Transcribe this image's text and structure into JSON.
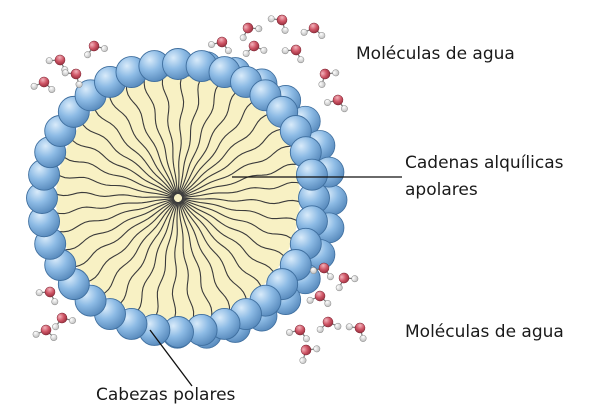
{
  "labels": {
    "water_top": "Moléculas de agua",
    "chains_line1": "Cadenas alquílicas",
    "chains_line2": "apolares",
    "water_bottom": "Moléculas de agua",
    "heads": "Cabezas polares"
  },
  "colors": {
    "head_fill": "#7fb0df",
    "head_stroke": "#3f6f9f",
    "tail_area": "#f8f1c4",
    "tail_line": "#3b3b3b",
    "oxygen": "#c95060",
    "hydrogen": "#e6e6e6",
    "leader_line": "#111111"
  }
}
